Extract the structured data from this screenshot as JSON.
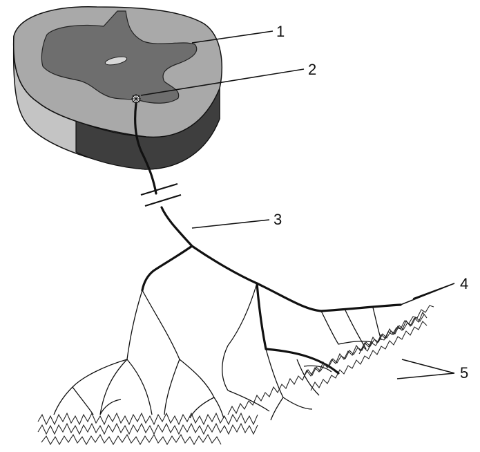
{
  "diagram": {
    "labels": {
      "label_1": "1",
      "label_2": "2",
      "label_3": "3",
      "label_4": "4",
      "label_5": "5"
    },
    "colors": {
      "white_matter": "#a9a9a9",
      "grey_matter": "#6e6e6e",
      "side_light": "#c4c4c4",
      "side_dark": "#3e3e3e",
      "line": "#111111"
    }
  }
}
